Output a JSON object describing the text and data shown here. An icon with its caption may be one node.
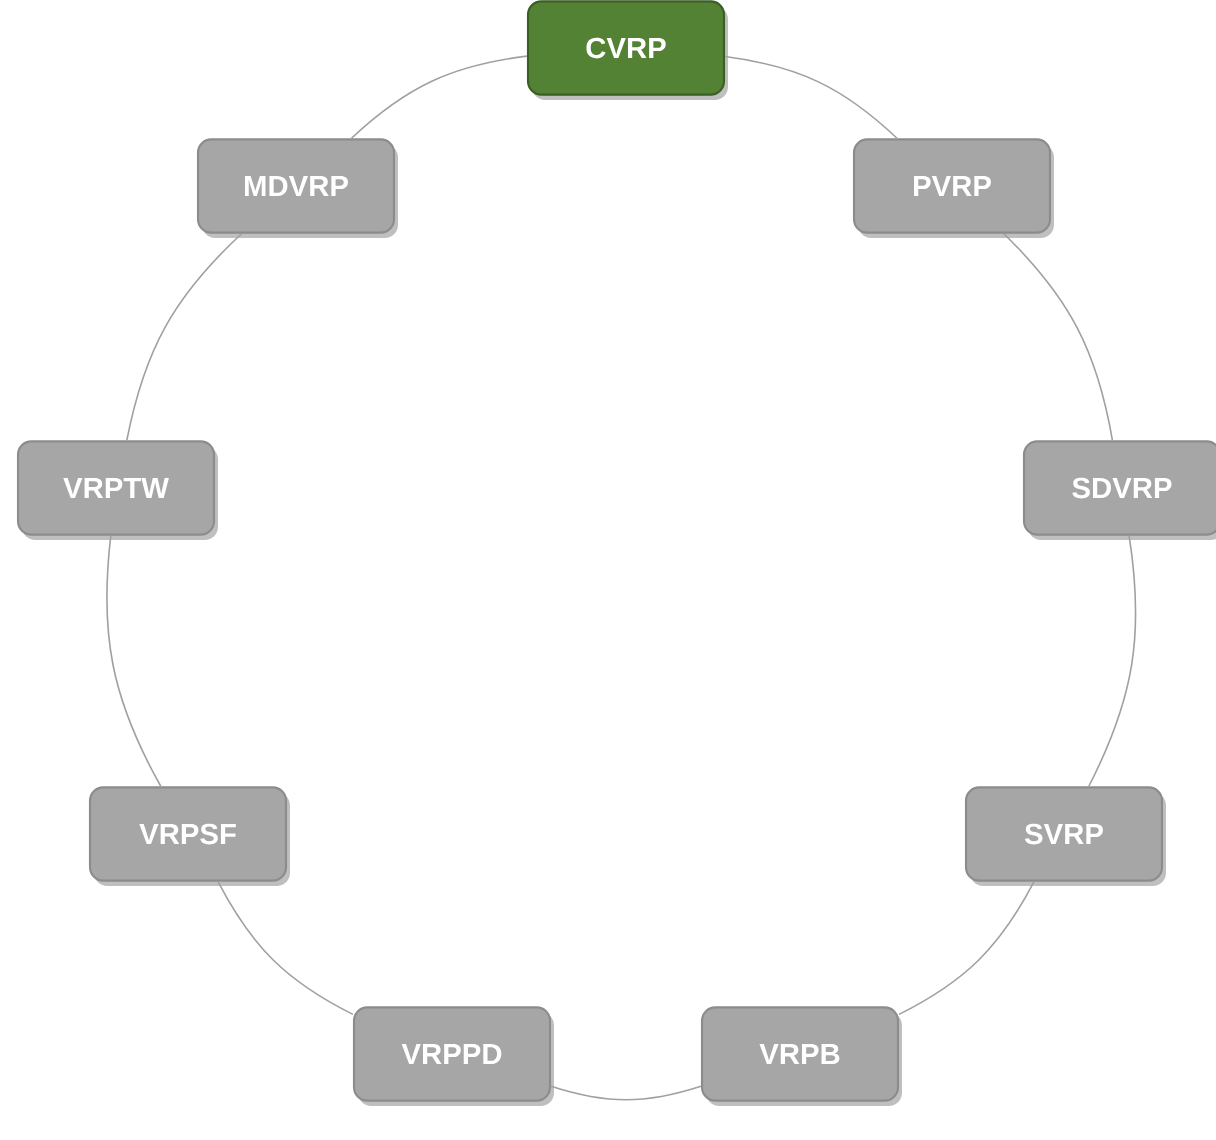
{
  "diagram": {
    "nodes": [
      {
        "text": [
          "CVRP"
        ]
      },
      {
        "text": [
          "PVRP"
        ]
      },
      {
        "text": [
          "SDVRP"
        ]
      },
      {
        "text": [
          "SVRP"
        ]
      },
      {
        "text": [
          "VRPB"
        ]
      },
      {
        "text": [
          "VRPPD"
        ]
      },
      {
        "text": [
          "VRPSF"
        ]
      },
      {
        "text": [
          "VRPTW"
        ]
      },
      {
        "text": [
          "MDVRP"
        ]
      }
    ],
    "edges": [
      {
        "from": 0,
        "to": 1,
        "arrow": "none"
      },
      {
        "from": 1,
        "to": 2,
        "arrow": "none"
      },
      {
        "from": 2,
        "to": 3,
        "arrow": "none"
      },
      {
        "from": 3,
        "to": 4,
        "arrow": "none"
      },
      {
        "from": 4,
        "to": 5,
        "arrow": "none"
      },
      {
        "from": 5,
        "to": 6,
        "arrow": "none"
      },
      {
        "from": 6,
        "to": 7,
        "arrow": "none"
      },
      {
        "from": 7,
        "to": 8,
        "arrow": "none"
      },
      {
        "from": 8,
        "to": 0,
        "arrow": "none"
      }
    ]
  }
}
